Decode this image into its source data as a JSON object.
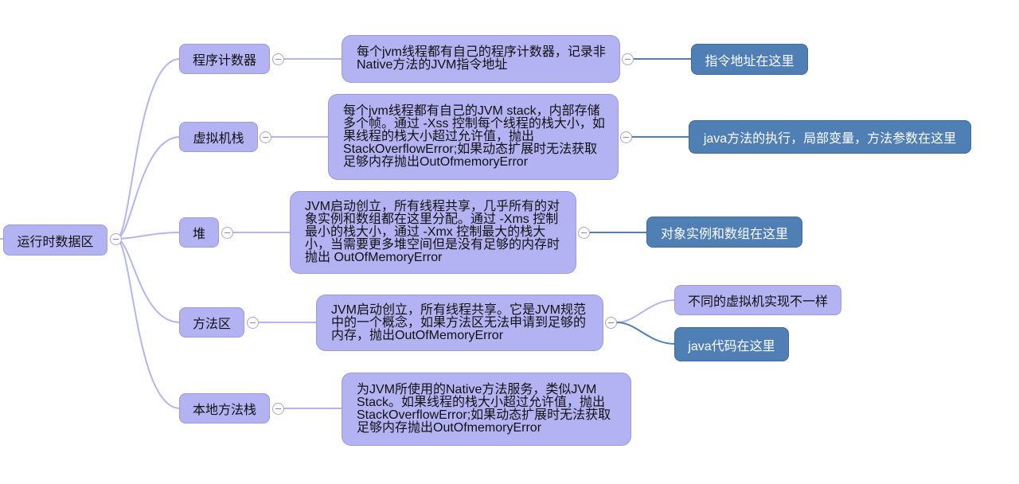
{
  "root": {
    "label": "运行时数据区"
  },
  "branches": [
    {
      "label": "程序计数器",
      "desc": "每个jvm线程都有自己的程序计数器，记录非Native方法的JVM指令地址",
      "leaves": [
        "指令地址在这里"
      ]
    },
    {
      "label": "虚拟机栈",
      "desc": "每个jvm线程都有自己的JVM stack，内部存储多个帧。通过 -Xss 控制每个线程的栈大小，如果线程的栈大小超过允许值，抛出StackOverflowError;如果动态扩展时无法获取足够内存抛出OutOfmemoryError",
      "leaves": [
        "java方法的执行，局部变量，方法参数在这里"
      ]
    },
    {
      "label": "堆",
      "desc": "JVM启动创立，所有线程共享，几乎所有的对象实例和数组都在这里分配。通过 -Xms 控制最小的栈大小，通过 -Xmx 控制最大的栈大小，当需要更多堆空间但是没有足够的内存时抛出 OutOfMemoryError",
      "leaves": [
        "对象实例和数组在这里"
      ]
    },
    {
      "label": "方法区",
      "desc": "JVM启动创立，所有线程共享。它是JVM规范中的一个概念，如果方法区无法申请到足够的内存，抛出OutOfMemoryError",
      "leaves": [
        "不同的虚拟机实现不一样",
        "java代码在这里"
      ]
    },
    {
      "label": "本地方法栈",
      "desc": "为JVM所使用的Native方法服务，类似JVM Stack。如果线程的栈大小超过允许值，抛出StackOverflowError;如果动态扩展时无法获取足够内存抛出OutOfmemoryError",
      "leaves": []
    }
  ],
  "colors": {
    "node_fill": "#b3b2f3",
    "leaf_blue": "#4f7fb4",
    "connector_light": "#b6b4ee",
    "connector_dark": "#4f7fb4"
  }
}
